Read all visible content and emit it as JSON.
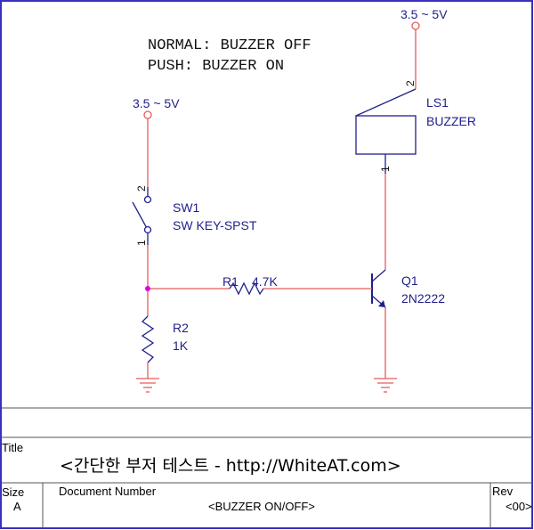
{
  "notes": {
    "line1": "NORMAL: BUZZER OFF",
    "line2": "PUSH: BUZZER ON"
  },
  "components": {
    "power_right": {
      "label": "3.5 ~ 5V"
    },
    "power_left": {
      "label": "3.5 ~ 5V"
    },
    "ls1": {
      "ref": "LS1",
      "value": "BUZZER",
      "pin_top": "2",
      "pin_bottom": "1"
    },
    "sw1": {
      "ref": "SW1",
      "value": "SW KEY-SPST",
      "pin_top": "2",
      "pin_bottom": "1"
    },
    "r1": {
      "ref": "R1",
      "value": "4.7K"
    },
    "r2": {
      "ref": "R2",
      "value": "1K"
    },
    "q1": {
      "ref": "Q1",
      "value": "2N2222"
    }
  },
  "title_block": {
    "title_label": "Title",
    "title": "<간단한 부저 테스트 - http://WhiteAT.com>",
    "size_label": "Size",
    "size": "A",
    "docnum_label": "Document Number",
    "docnum": "<BUZZER ON/OFF>",
    "rev_label": "Rev",
    "rev": "<00>"
  },
  "colors": {
    "wire": "#e85a5a",
    "symbol": "#1f1f8c",
    "junction": "#e000e0",
    "border": "#3a2fbf"
  }
}
